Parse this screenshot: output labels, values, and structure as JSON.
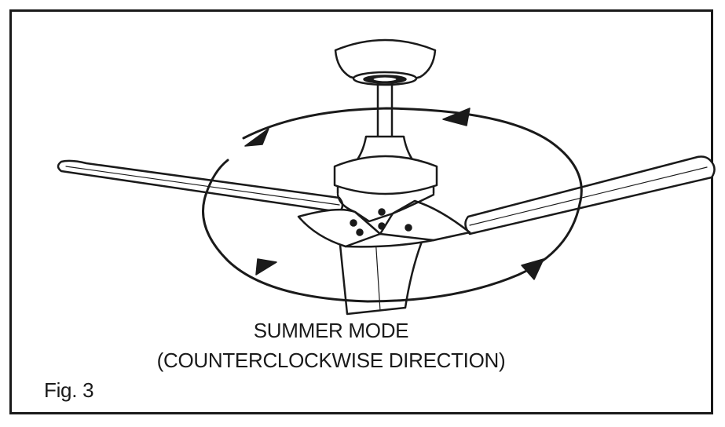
{
  "figure": {
    "caption_line1": "SUMMER MODE",
    "caption_line2": "(COUNTERCLOCKWISE DIRECTION)",
    "label": "Fig. 3"
  },
  "colors": {
    "ink": "#1a1a1a",
    "background": "#ffffff"
  },
  "icons": {
    "rotation_arrows": "arrowhead-icon"
  }
}
